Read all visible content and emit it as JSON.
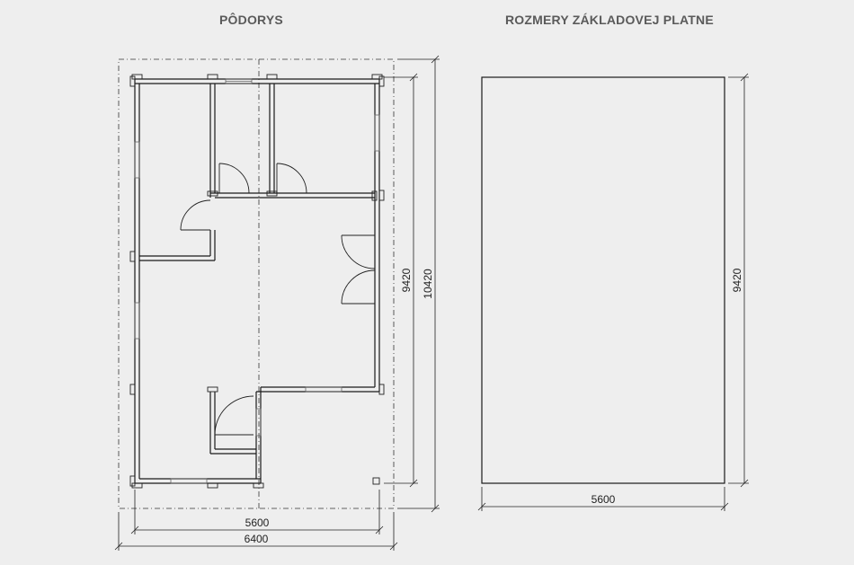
{
  "titles": {
    "floor_plan": "PÔDORYS",
    "slab": "ROZMERY ZÁKLADOVEJ PLATNE"
  },
  "plan_dimensions": {
    "inner_width": "5600",
    "outer_width": "6400",
    "inner_depth": "9420",
    "outer_depth": "10420"
  },
  "slab_dimensions": {
    "width": "5600",
    "depth": "9420"
  }
}
